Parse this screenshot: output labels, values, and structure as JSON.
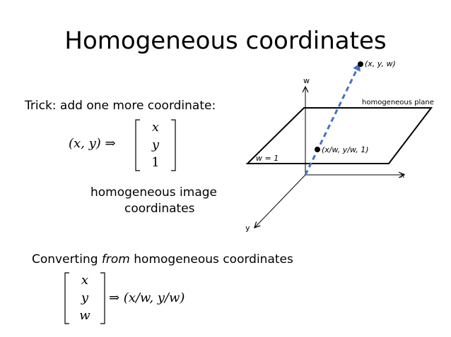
{
  "title": "Homogeneous coordinates",
  "trick_text": "Trick:  add one more coordinate:",
  "forward_lhs": "(x, y) ⇒",
  "forward_vector": [
    "x",
    "y",
    "1"
  ],
  "caption_line1": "homogeneous image",
  "caption_line2": "coordinates",
  "converting_prefix": "Converting ",
  "converting_emph": "from",
  "converting_suffix": " homogeneous coordinates",
  "back_vector": [
    "x",
    "y",
    "w"
  ],
  "back_rhs": "⇒ (x/w, y/w)",
  "diagram": {
    "axis_w_label": "w",
    "axis_x_label": "x",
    "axis_y_label": "y",
    "plane_label": "homogeneous plane",
    "plane_eq": "w = 1",
    "point_top": "(x, y, w)",
    "point_plane": "(x/w, y/w, 1)",
    "arrow_color": "#4472c4"
  }
}
